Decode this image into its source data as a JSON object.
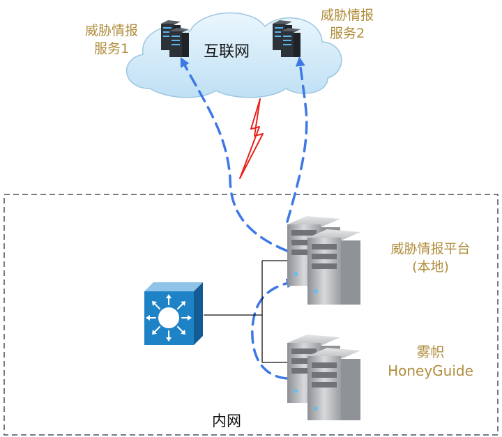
{
  "cloud": {
    "label": "互联网"
  },
  "services": [
    {
      "line1": "威胁情报",
      "line2": "服务1"
    },
    {
      "line1": "威胁情报",
      "line2": "服务2"
    }
  ],
  "platform": {
    "line1": "威胁情报平台",
    "line2": "(本地)"
  },
  "honeyguide": {
    "line1": "雾帜",
    "line2": "HoneyGuide"
  },
  "intranet": {
    "label": "内网"
  },
  "colors": {
    "label_gold": "#B08D3C",
    "arrow_blue": "#3D78E6",
    "lightning_red": "#E8221B",
    "switch_blue": "#1E82C6"
  }
}
